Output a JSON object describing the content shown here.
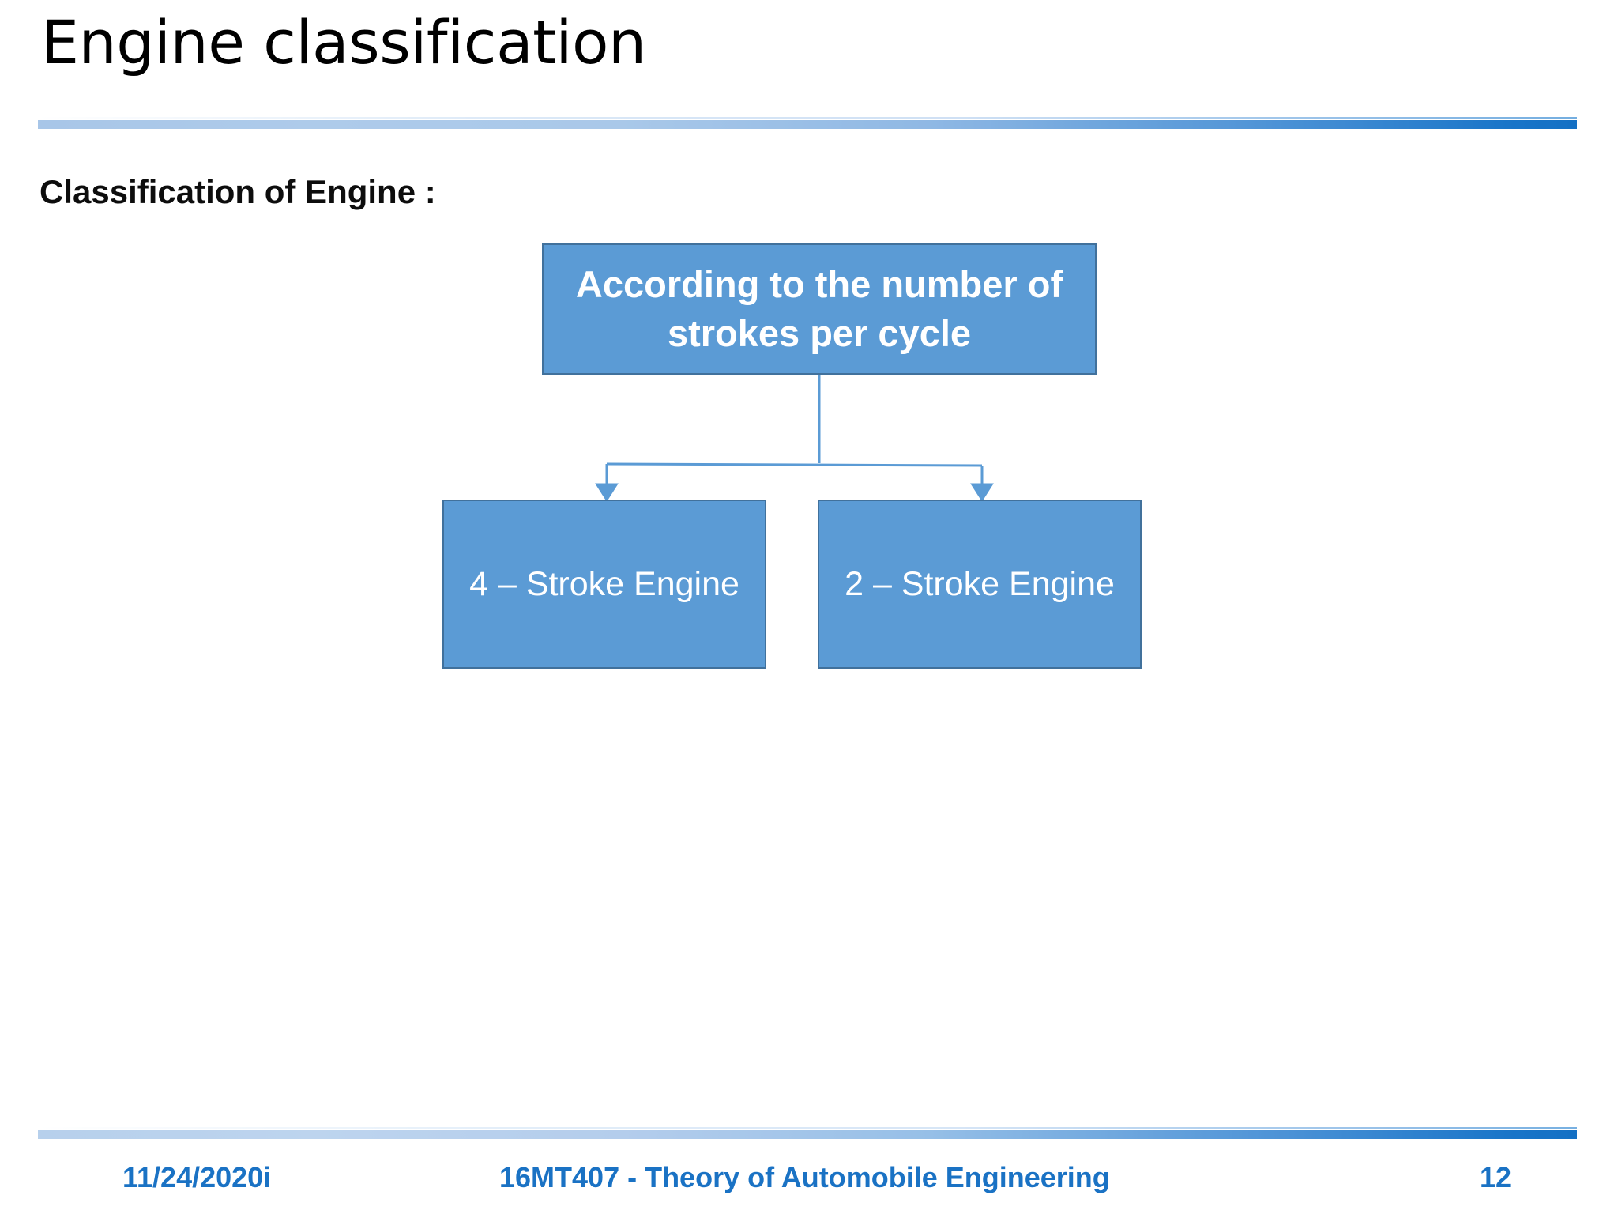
{
  "slide": {
    "title": "Engine classification",
    "body_heading": "Classification of Engine :"
  },
  "diagram": {
    "root": {
      "label": "According to the number of strokes per cycle",
      "fill": "#5b9bd5",
      "border": "#41719c",
      "text_color": "#ffffff"
    },
    "children": [
      {
        "label": "4 – Stroke Engine"
      },
      {
        "label": "2 – Stroke Engine"
      }
    ],
    "connector_color": "#5b9bd5"
  },
  "footer": {
    "date": "11/24/2020i",
    "course": "16MT407 - Theory of Automobile Engineering",
    "page_number": "12",
    "text_color": "#1a72c4"
  },
  "theme": {
    "accent_blue": "#1874c8",
    "light_blue": "#a8c6e8",
    "box_blue": "#5b9bd5"
  }
}
